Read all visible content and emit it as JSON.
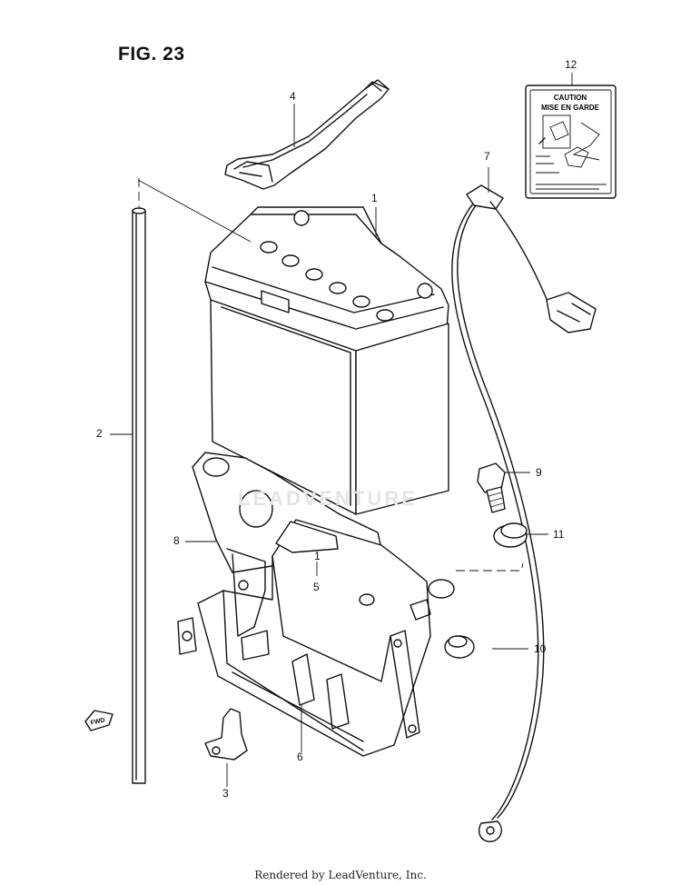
{
  "figure": {
    "title": "FIG. 23"
  },
  "callouts": [
    {
      "id": "1",
      "label": "1"
    },
    {
      "id": "2",
      "label": "2"
    },
    {
      "id": "3",
      "label": "3"
    },
    {
      "id": "4",
      "label": "4"
    },
    {
      "id": "5",
      "label": "5"
    },
    {
      "id": "6",
      "label": "6"
    },
    {
      "id": "7",
      "label": "7"
    },
    {
      "id": "8",
      "label": "8"
    },
    {
      "id": "9",
      "label": "9"
    },
    {
      "id": "10",
      "label": "10"
    },
    {
      "id": "11",
      "label": "11"
    },
    {
      "id": "12",
      "label": "12"
    },
    {
      "id": "5-sub",
      "label": "1"
    }
  ],
  "caution_label": {
    "line1": "CAUTION",
    "line2": "MISE EN GARDE"
  },
  "fwd_arrow": {
    "label": "FWD"
  },
  "watermark": {
    "text": "LEADVENTURE"
  },
  "footer": {
    "text": "Rendered by LeadVenture, Inc."
  }
}
